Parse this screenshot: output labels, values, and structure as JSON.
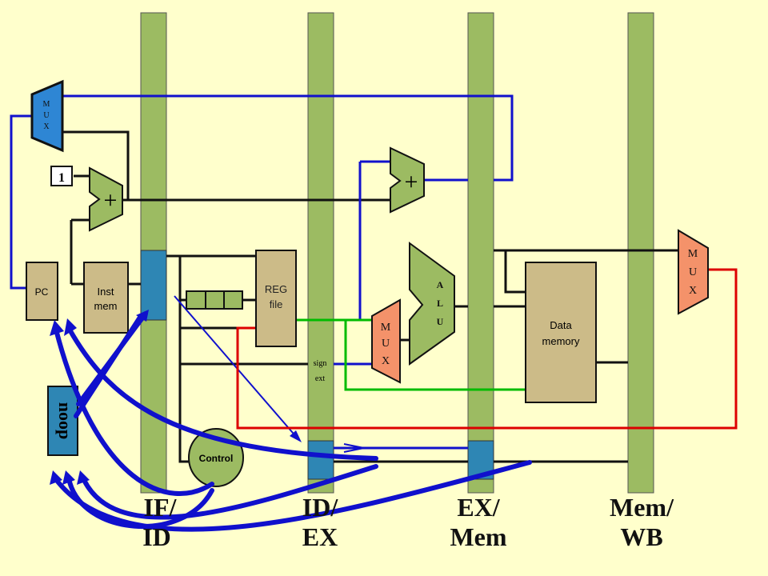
{
  "diagram": {
    "colors": {
      "background": "#FFFFCC",
      "pipeline_register": "#9CBB62",
      "register_highlight": "#2E86B4",
      "component_tan": "#CCBB88",
      "mux_blue": "#2E86D4",
      "mux_orange": "#F4926A",
      "wire_black": "#111111",
      "wire_blue": "#1010CC",
      "wire_green": "#00BB00",
      "wire_red": "#DD0000",
      "control_bubble": "#9CBB62",
      "noop_box": "#2E86B4"
    },
    "stages": [
      "IF/\nID",
      "ID/\nEX",
      "EX/\nMem",
      "Mem/\nWB"
    ],
    "stage_labels": {
      "if_id_1": "IF/",
      "if_id_2": "ID",
      "id_ex_1": "ID/",
      "id_ex_2": "EX",
      "ex_mem_1": "EX/",
      "ex_mem_2": "Mem",
      "mem_wb_1": "Mem/",
      "mem_wb_2": "WB"
    },
    "labels": {
      "pc": "PC",
      "inst_mem_1": "Inst",
      "inst_mem_2": "mem",
      "reg_file_1": "REG",
      "reg_file_2": "file",
      "data_mem_1": "Data",
      "data_mem_2": "memory",
      "sign_ext_1": "sign",
      "sign_ext_2": "ext",
      "control": "Control",
      "noop": "noop",
      "one": "1",
      "plus": "+",
      "alu": [
        "A",
        "L",
        "U"
      ],
      "mux_letters": [
        "M",
        "U",
        "X"
      ]
    }
  }
}
